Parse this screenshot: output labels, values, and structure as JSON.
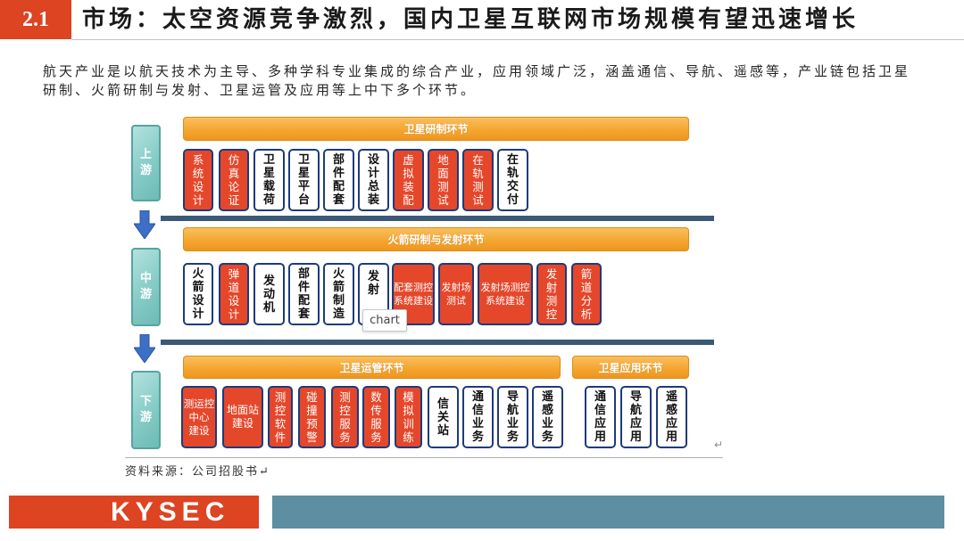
{
  "header": {
    "section_number": "2.1",
    "title": "市场：太空资源竞争激烈，国内卫星互联网市场规模有望迅速增长"
  },
  "intro": {
    "lines": [
      "航天产业是以航天技术为主导、多种学科专业集成的综合产业，应用领域广泛，涵盖通信、导航、遥感等，产业链包括卫星",
      "研制、火箭研制与发射、卫星运管及应用等上中下多个环节。"
    ]
  },
  "diagram": {
    "stages": [
      "上游",
      "中游",
      "下游"
    ],
    "upstream": {
      "segment": "卫星研制环节",
      "items": [
        "系统设计",
        "仿真论证",
        "卫星载荷",
        "卫星平台",
        "部件配套",
        "设计总装",
        "虚拟装配",
        "地面测试",
        "在轨测试",
        "在轨交付"
      ]
    },
    "midstream": {
      "segment": "火箭研制与发射环节",
      "items": [
        "火箭设计",
        "弹道设计",
        "发动机",
        "部件配套",
        "火箭制造",
        "发射",
        "配套测控系统建设",
        "发射场测试",
        "发射场测控系统建设",
        "发射测控",
        "箭道分析"
      ]
    },
    "downstream": {
      "segments": [
        {
          "segment": "卫星运管环节",
          "items": [
            "测运控\n中心\n建设",
            "地面站建设",
            "测控软件",
            "碰撞预警",
            "测控服务",
            "数传服务",
            "模拟训练",
            "信关站",
            "通信业务",
            "导航业务",
            "遥感业务"
          ]
        },
        {
          "segment": "卫星应用环节",
          "items": [
            "通信应用",
            "导航应用",
            "遥感应用"
          ]
        }
      ]
    },
    "end_mark": "↵"
  },
  "tooltip": "chart",
  "source": "资料来源：公司招股书↵",
  "footer": {
    "logo": "KYSEC"
  },
  "colors": {
    "accent_red": "#dc4422",
    "item_red": "#e5472b",
    "item_border": "#1d3b7c",
    "segment_orange": "#f4a42e",
    "stage_teal": "#86cbc6",
    "arrow_blue": "#3d6fc6",
    "separator": "#3b5876",
    "footer_bar": "#5d8ea2"
  }
}
